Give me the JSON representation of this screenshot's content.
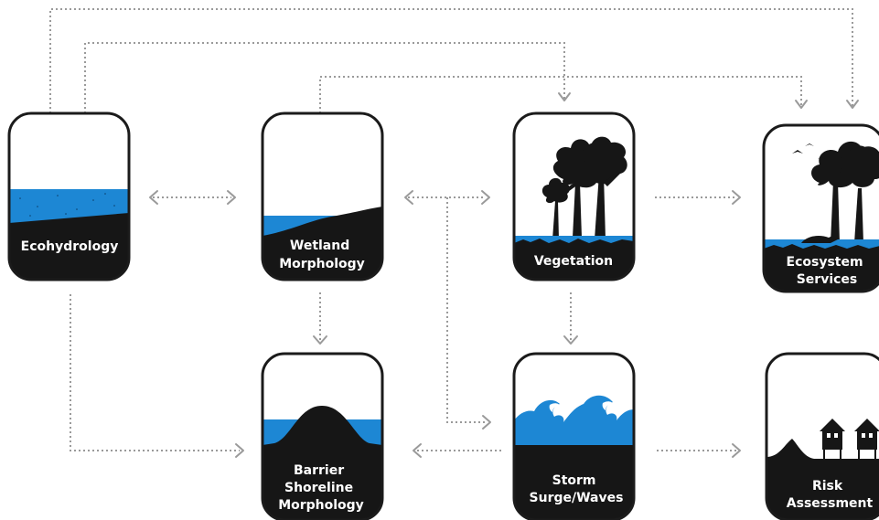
{
  "colors": {
    "water": "#1d87d4",
    "ground": "#161616",
    "connector": "#9a9a9a",
    "label": "#ffffff"
  },
  "nodes": {
    "ecohydrology": {
      "lines": [
        "Ecohydrology"
      ]
    },
    "wetland_morphology": {
      "lines": [
        "Wetland",
        "Morphology"
      ]
    },
    "vegetation": {
      "lines": [
        "Vegetation"
      ]
    },
    "ecosystem_services": {
      "lines": [
        "Ecosystem",
        "Services"
      ]
    },
    "barrier_shoreline_morphology": {
      "lines": [
        "Barrier",
        "Shoreline",
        "Morphology"
      ]
    },
    "storm_surge_waves": {
      "lines": [
        "Storm",
        "Surge/Waves"
      ]
    },
    "risk_assessment": {
      "lines": [
        "Risk",
        "Assessment"
      ]
    }
  },
  "icons": {
    "trees": "tree-silhouette-icon",
    "birds": "bird-icon",
    "waves": "wave-icon",
    "houses": "stilt-house-icon"
  }
}
